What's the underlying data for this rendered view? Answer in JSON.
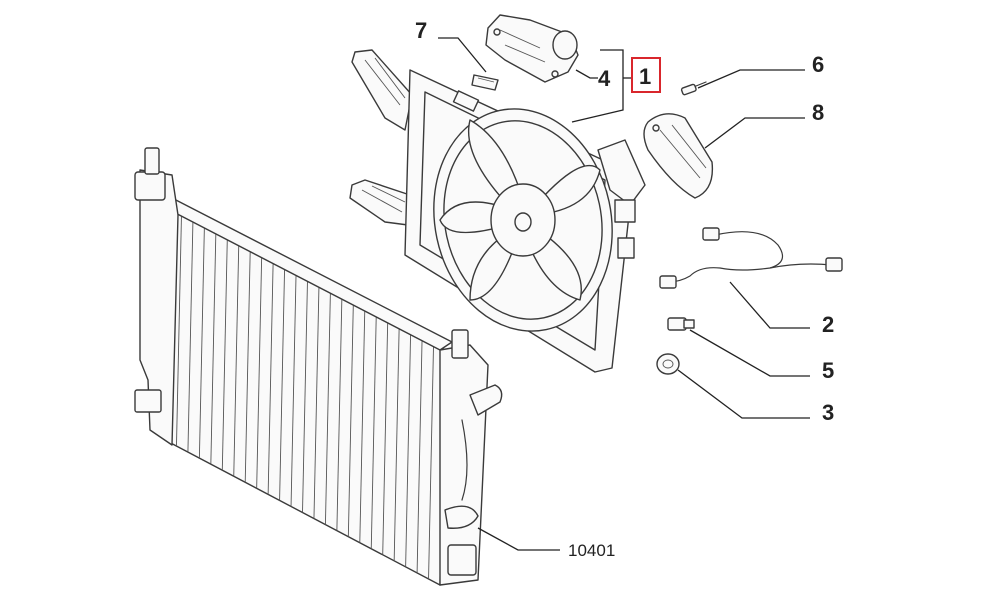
{
  "callouts": {
    "c1": "1",
    "c2": "2",
    "c3": "3",
    "c4": "4",
    "c5": "5",
    "c6": "6",
    "c7": "7",
    "c8": "8",
    "c10401": "10401"
  },
  "colors": {
    "highlight": "#d9262c",
    "line": "#3a3a3a",
    "text": "#222222"
  }
}
